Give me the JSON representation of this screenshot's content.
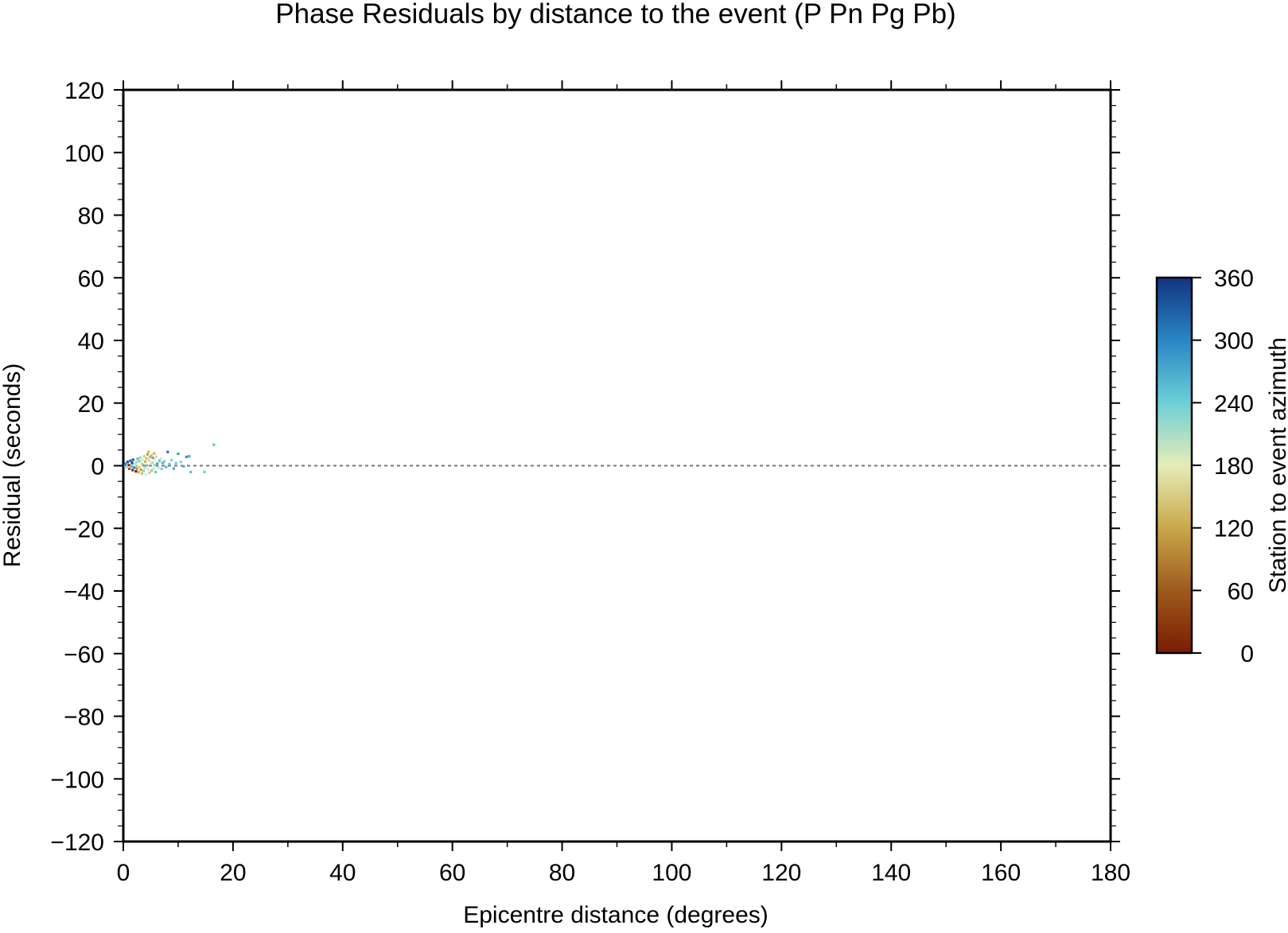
{
  "chart_data": {
    "type": "scatter",
    "title": "Phase Residuals by distance to the event (P Pn Pg Pb)",
    "xlabel": "Epicentre distance (degrees)",
    "ylabel": "Residual (seconds)",
    "xlim": [
      0,
      180
    ],
    "ylim": [
      -120,
      120
    ],
    "x_ticks": [
      0,
      20,
      40,
      60,
      80,
      100,
      120,
      140,
      160,
      180
    ],
    "y_ticks": [
      120,
      100,
      80,
      60,
      40,
      20,
      0,
      -20,
      -40,
      -60,
      -80,
      -100,
      -120
    ],
    "x_tick_labels": [
      "0",
      "20",
      "40",
      "60",
      "80",
      "100",
      "120",
      "140",
      "160",
      "180"
    ],
    "y_tick_labels": [
      "120",
      "100",
      "80",
      "60",
      "40",
      "20",
      "0",
      "−20",
      "−40",
      "−60",
      "−80",
      "−100",
      "−120"
    ],
    "reference_line": {
      "y": 0,
      "style": "dashed",
      "color": "#777777"
    },
    "colorbar": {
      "label": "Station to event azimuth",
      "range": [
        0,
        360
      ],
      "ticks": [
        0,
        60,
        120,
        180,
        240,
        300,
        360
      ],
      "tick_labels": [
        "0",
        "60",
        "120",
        "180",
        "240",
        "300",
        "360"
      ],
      "stops": [
        {
          "value": 0,
          "color": "#7a1c04"
        },
        {
          "value": 60,
          "color": "#9e5a1e"
        },
        {
          "value": 120,
          "color": "#c9a84a"
        },
        {
          "value": 180,
          "color": "#e6edb8"
        },
        {
          "value": 240,
          "color": "#6ccfd6"
        },
        {
          "value": 300,
          "color": "#2a86c4"
        },
        {
          "value": 360,
          "color": "#12337f"
        }
      ]
    },
    "points": [
      {
        "x": 0.4,
        "y": 0.6,
        "azimuth": 300
      },
      {
        "x": 0.6,
        "y": -0.5,
        "azimuth": 210
      },
      {
        "x": 0.8,
        "y": 1.2,
        "azimuth": 340
      },
      {
        "x": 1.0,
        "y": 0.2,
        "azimuth": 20
      },
      {
        "x": 1.1,
        "y": -1.0,
        "azimuth": 60
      },
      {
        "x": 1.3,
        "y": 1.6,
        "azimuth": 330
      },
      {
        "x": 1.5,
        "y": -0.3,
        "azimuth": 250
      },
      {
        "x": 1.6,
        "y": 0.9,
        "azimuth": 350
      },
      {
        "x": 1.7,
        "y": -1.4,
        "azimuth": 15
      },
      {
        "x": 1.8,
        "y": 1.9,
        "azimuth": 320
      },
      {
        "x": 2.0,
        "y": -0.6,
        "azimuth": 300
      },
      {
        "x": 2.1,
        "y": 0.4,
        "azimuth": 200
      },
      {
        "x": 2.3,
        "y": -1.8,
        "azimuth": 5
      },
      {
        "x": 2.4,
        "y": 1.1,
        "azimuth": 150
      },
      {
        "x": 2.5,
        "y": -0.9,
        "azimuth": 100
      },
      {
        "x": 2.6,
        "y": 2.2,
        "azimuth": 260
      },
      {
        "x": 2.7,
        "y": 0.0,
        "azimuth": 180
      },
      {
        "x": 2.8,
        "y": -2.1,
        "azimuth": 130
      },
      {
        "x": 2.9,
        "y": 1.5,
        "azimuth": 240
      },
      {
        "x": 3.0,
        "y": -0.4,
        "azimuth": 160
      },
      {
        "x": 3.1,
        "y": 2.6,
        "azimuth": 220
      },
      {
        "x": 3.2,
        "y": -1.3,
        "azimuth": 110
      },
      {
        "x": 3.3,
        "y": 0.8,
        "azimuth": 190
      },
      {
        "x": 3.4,
        "y": -2.5,
        "azimuth": 140
      },
      {
        "x": 3.5,
        "y": 1.9,
        "azimuth": 170
      },
      {
        "x": 3.6,
        "y": 0.3,
        "azimuth": 120
      },
      {
        "x": 3.7,
        "y": -1.7,
        "azimuth": 230
      },
      {
        "x": 3.8,
        "y": 3.0,
        "azimuth": 150
      },
      {
        "x": 3.9,
        "y": -0.7,
        "azimuth": 200
      },
      {
        "x": 4.0,
        "y": 1.3,
        "azimuth": 125
      },
      {
        "x": 4.1,
        "y": -2.8,
        "azimuth": 175
      },
      {
        "x": 4.2,
        "y": 2.3,
        "azimuth": 135
      },
      {
        "x": 4.3,
        "y": 0.1,
        "azimuth": 250
      },
      {
        "x": 4.4,
        "y": 3.6,
        "azimuth": 115
      },
      {
        "x": 4.5,
        "y": -1.1,
        "azimuth": 165
      },
      {
        "x": 4.6,
        "y": 4.4,
        "azimuth": 130
      },
      {
        "x": 4.7,
        "y": 1.7,
        "azimuth": 210
      },
      {
        "x": 4.8,
        "y": -2.2,
        "azimuth": 145
      },
      {
        "x": 4.9,
        "y": 2.8,
        "azimuth": 120
      },
      {
        "x": 5.0,
        "y": 0.6,
        "azimuth": 185
      },
      {
        "x": 5.1,
        "y": 3.3,
        "azimuth": 140
      },
      {
        "x": 5.2,
        "y": -1.5,
        "azimuth": 235
      },
      {
        "x": 5.3,
        "y": 1.0,
        "azimuth": 155
      },
      {
        "x": 5.4,
        "y": 2.5,
        "azimuth": 265
      },
      {
        "x": 5.5,
        "y": -0.8,
        "azimuth": 170
      },
      {
        "x": 5.6,
        "y": 3.9,
        "azimuth": 128
      },
      {
        "x": 5.7,
        "y": 0.2,
        "azimuth": 220
      },
      {
        "x": 5.8,
        "y": 1.9,
        "azimuth": 180
      },
      {
        "x": 5.9,
        "y": -2.0,
        "azimuth": 245
      },
      {
        "x": 6.0,
        "y": 2.9,
        "azimuth": 160
      },
      {
        "x": 6.2,
        "y": 0.7,
        "azimuth": 270
      },
      {
        "x": 6.4,
        "y": -0.6,
        "azimuth": 200
      },
      {
        "x": 6.6,
        "y": 1.6,
        "azimuth": 255
      },
      {
        "x": 6.8,
        "y": 2.2,
        "azimuth": 190
      },
      {
        "x": 7.0,
        "y": -1.0,
        "azimuth": 240
      },
      {
        "x": 7.2,
        "y": 0.9,
        "azimuth": 275
      },
      {
        "x": 7.5,
        "y": 1.4,
        "azimuth": 230
      },
      {
        "x": 7.8,
        "y": -0.4,
        "azimuth": 260
      },
      {
        "x": 8.1,
        "y": 4.4,
        "azimuth": 310
      },
      {
        "x": 8.4,
        "y": 0.5,
        "azimuth": 250
      },
      {
        "x": 8.8,
        "y": 1.8,
        "azimuth": 235
      },
      {
        "x": 9.2,
        "y": -0.9,
        "azimuth": 270
      },
      {
        "x": 9.6,
        "y": 0.8,
        "azimuth": 245
      },
      {
        "x": 10.0,
        "y": 3.8,
        "azimuth": 280
      },
      {
        "x": 10.5,
        "y": 1.2,
        "azimuth": 230
      },
      {
        "x": 11.0,
        "y": -0.2,
        "azimuth": 265
      },
      {
        "x": 11.5,
        "y": 2.8,
        "azimuth": 290
      },
      {
        "x": 12.0,
        "y": 3.0,
        "azimuth": 275
      },
      {
        "x": 12.3,
        "y": -2.0,
        "azimuth": 255
      },
      {
        "x": 14.8,
        "y": -2.0,
        "azimuth": 240
      },
      {
        "x": 16.5,
        "y": 6.7,
        "azimuth": 250
      }
    ]
  }
}
